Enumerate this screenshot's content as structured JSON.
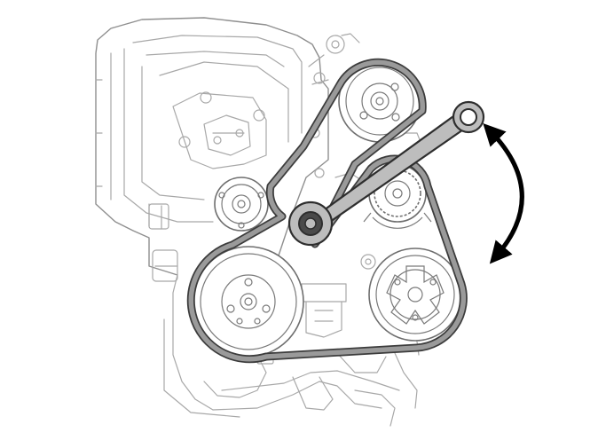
{
  "diagram": {
    "colors": {
      "belt": "#9a9a9a",
      "belt_edge": "#3c3c3c",
      "engine_line": "#a8a8a8",
      "wrench": "#bdbdbd",
      "arrow": "#000000",
      "background": "#ffffff"
    },
    "parts": {
      "belt": "serpentine-belt",
      "wrench": "ring-spanner",
      "arrow": "double-headed-curved-arrow",
      "pulleys": [
        "power-steering-pump-pulley",
        "belt-tensioner-pulley",
        "idler-pulley",
        "crankshaft-pulley",
        "ac-compressor-pulley",
        "alternator-pulley"
      ]
    }
  }
}
